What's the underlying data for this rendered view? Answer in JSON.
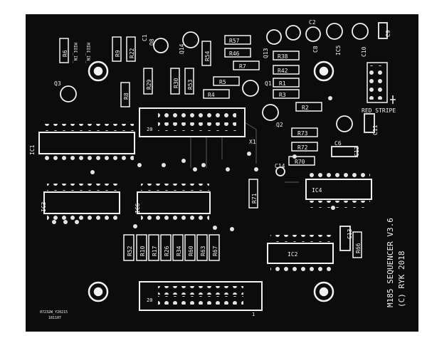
{
  "board": {
    "colors": {
      "board": "#0c0c0c",
      "silk": "#f2f2f2",
      "pad": "#e4e4e4",
      "background": "#ffffff"
    },
    "title_line1": "M185 SEQUENCER V3.6",
    "title_line2": "(C) RYK 2018",
    "batch_line1": "07232W_Y20215",
    "batch_line2": "181107",
    "label_red_stripe": "RED STRIPE",
    "label_header_top": "X1",
    "label_pin20_top": "20",
    "label_pin20_bottom": "20",
    "label_pin1_bottom": "1",
    "label_midi_in_a": "MIDI_IN_",
    "label_midi_in_b": "MIDI_IN_",
    "ics": [
      "IC1",
      "IC2",
      "IC3",
      "IC4",
      "IC5",
      "IC6"
    ],
    "transistors": [
      "Q1",
      "Q2",
      "Q3",
      "Q8",
      "Q13",
      "Q14"
    ],
    "capacitors": [
      "C1",
      "C2",
      "C6",
      "C8",
      "C9",
      "C10",
      "C11",
      "C12",
      "C13",
      "C14"
    ],
    "resistors_vertical_top": [
      "R6",
      "R9",
      "R22",
      "R54",
      "R29",
      "R30",
      "R53",
      "R8"
    ],
    "resistors_horizontal_right": [
      "R57",
      "R46",
      "R7",
      "R38",
      "R42",
      "R5",
      "R1",
      "R4",
      "R3",
      "R2",
      "R73",
      "R72",
      "R70"
    ],
    "resistors_vertical_other": [
      "R71",
      "R66"
    ],
    "resistor_bank": [
      "R52",
      "R10",
      "R17",
      "R26",
      "R34",
      "R60",
      "R63",
      "R67"
    ]
  }
}
